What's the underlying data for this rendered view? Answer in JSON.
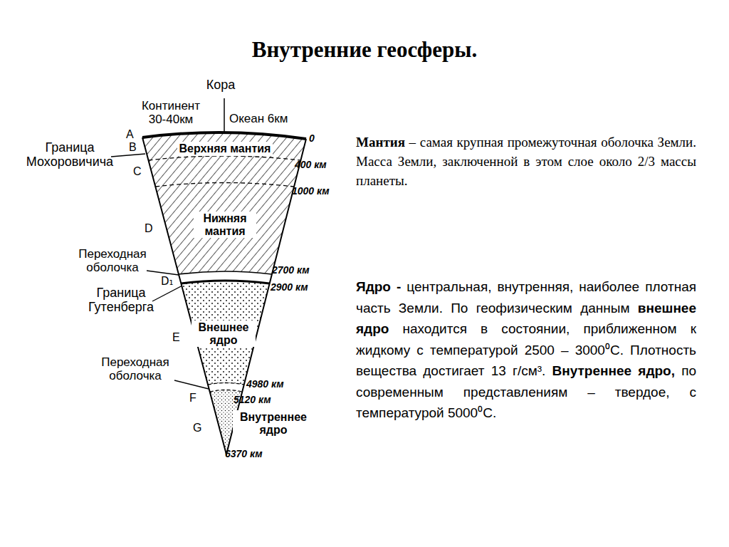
{
  "diagram": {
    "title": "Внутренние геосферы.",
    "labels": [
      "Кора",
      "Континент 30-40км",
      "Океан 6км",
      "A",
      "B",
      "C",
      "D",
      "D₁",
      "E",
      "F",
      "G",
      "Граница Мохоровичича",
      "Переходная оболочка",
      "Граница Гутенберга",
      "Переходная оболочка",
      "Верхняя мантия",
      "Нижняя мантия",
      "Внешнее ядро",
      "Внутреннее ядро",
      "0",
      "400 км",
      "1000 км",
      "2700 км",
      "2900 км",
      "4980 км",
      "5120 км",
      "6370 км",
      "Мантия",
      "– самая крупная промежуточная оболочка Земли. Масса Земли, заключенной в этом слое около 2/3 массы планеты.",
      "Ядро -",
      "центральная, внутренняя, наиболее плотная часть Земли. По геофизическим данным",
      "внешнее ядро",
      "находится в состоянии, приближенном к жидкому с температурой 2500 – 3000⁰С. Плотность вещества достигает 13 г/см³.",
      "Внутреннее ядро,",
      "по современным представлениям – твердое, с температурой 5000⁰С."
    ]
  }
}
